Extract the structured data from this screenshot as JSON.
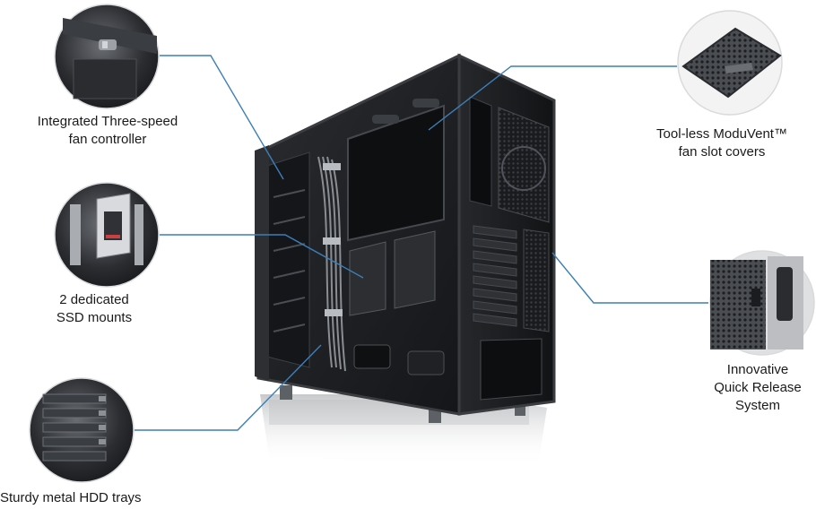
{
  "callouts": {
    "fan_controller": {
      "line1": "Integrated Three-speed",
      "line2": "fan controller",
      "icon": "fan-switch-closeup"
    },
    "ssd_mounts": {
      "line1": "2 dedicated",
      "line2": "SSD mounts",
      "icon": "ssd-bracket-closeup"
    },
    "hdd_trays": {
      "line1": "Sturdy metal HDD trays",
      "icon": "hdd-tray-closeup"
    },
    "moduvent": {
      "line1": "Tool-less ModuVent™",
      "line2": "fan slot covers",
      "icon": "vent-cover-closeup"
    },
    "quick_release": {
      "line1": "Innovative",
      "line2": "Quick Release",
      "line3": "System",
      "icon": "latch-closeup"
    }
  },
  "colors": {
    "leader_line": "#3d7fb8",
    "case_body": "#1c1d1f",
    "case_edge": "#3a3c40",
    "text": "#1a1a1a"
  }
}
